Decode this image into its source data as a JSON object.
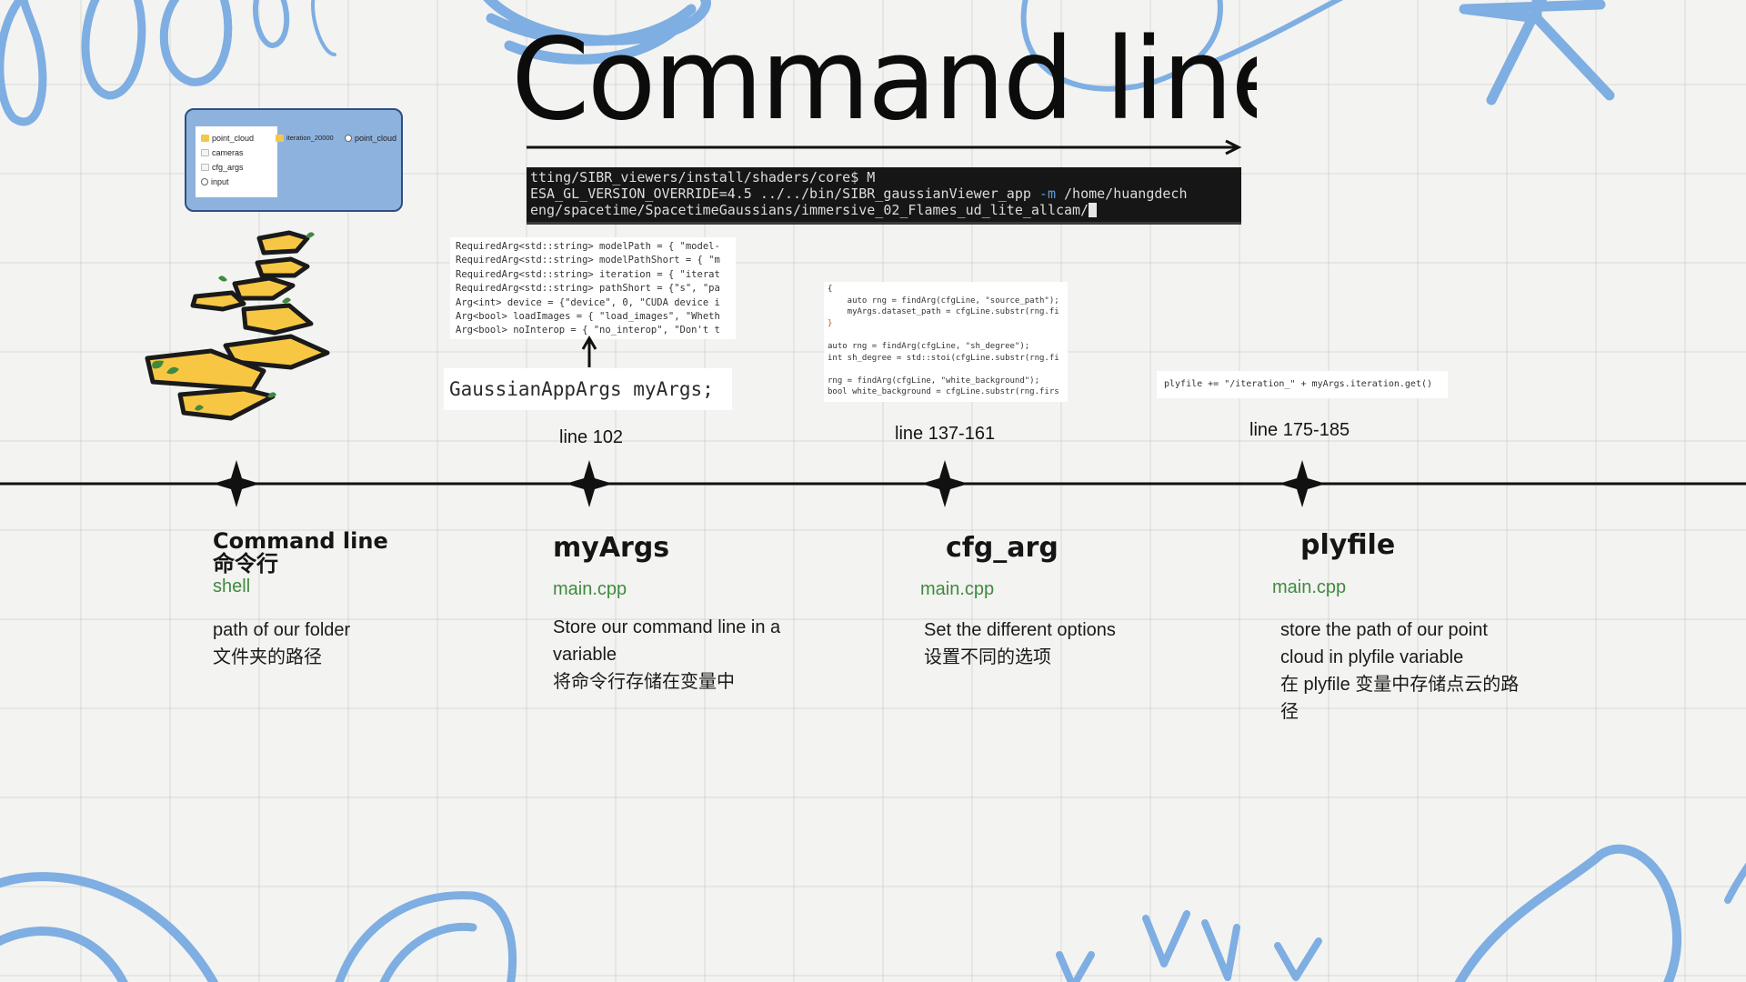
{
  "title": "Command line",
  "terminal": {
    "line1": "tting/SIBR_viewers/install/shaders/core$ M",
    "line2_pre": "ESA_GL_VERSION_OVERRIDE=4.5 ../../bin/SIBR_gaussianViewer_app ",
    "line2_flag": "-m",
    "line2_post": " /home/huangdech",
    "line3": "eng/spacetime/SpacetimeGaussians/immersive_02_Flames_ud_lite_allcam/"
  },
  "folder_window": {
    "items": [
      "point_cloud",
      "cameras",
      "cfg_args",
      "input"
    ],
    "sub_folder_1": "iteration_20000",
    "sub_folder_2": "point_cloud"
  },
  "code_args": {
    "lines": [
      "RequiredArg<std::string> modelPath = { \"model-",
      "RequiredArg<std::string> modelPathShort = { \"m",
      "RequiredArg<std::string> iteration = { \"iterat",
      "RequiredArg<std::string> pathShort = {\"s\", \"pa",
      "Arg<int> device = {\"device\", 0, \"CUDA device i",
      "Arg<bool> loadImages = { \"load_images\", \"Wheth",
      "Arg<bool> noInterop = { \"no_interop\", \"Don't t"
    ],
    "declaration": "GaussianAppArgs myArgs;"
  },
  "code_cfg": {
    "lines": [
      "{",
      "    auto rng = findArg(cfgLine, \"source_path\");",
      "    myArgs.dataset_path = cfgLine.substr(rng.fi",
      "}",
      "",
      "auto rng = findArg(cfgLine, \"sh_degree\");",
      "int sh_degree = std::stoi(cfgLine.substr(rng.fi",
      "",
      "rng = findArg(cfgLine, \"white_background\");",
      "bool white_background = cfgLine.substr(rng.firs"
    ]
  },
  "code_ply": {
    "line": "plyfile += \"/iteration_\" + myArgs.iteration.get()"
  },
  "line_labels": [
    "line 102",
    "line 137-161",
    "line 175-185"
  ],
  "milestones": [
    {
      "title": "Command line",
      "title_zh": "命令行",
      "sub": "shell",
      "desc": [
        "path of our folder",
        "文件夹的路径"
      ]
    },
    {
      "title": "myArgs",
      "sub": "main.cpp",
      "desc": [
        "Store our command line in a",
        "variable",
        "将命令行存储在变量中"
      ]
    },
    {
      "title": "cfg_arg",
      "sub": "main.cpp",
      "desc": [
        "Set the different options",
        "设置不同的选项"
      ]
    },
    {
      "title": "plyfile",
      "sub": "main.cpp",
      "desc": [
        "store the path of our point",
        "cloud in plyfile variable",
        "在 plyfile 变量中存储点云的路",
        "径"
      ]
    }
  ],
  "colors": {
    "doodle_blue": "#7eaee2",
    "stone_yellow": "#f7c744",
    "sub_green": "#3f8a3f",
    "timeline": "#111111"
  },
  "icons": [
    "star-milestone-icon",
    "folder-icon",
    "file-icon",
    "gear-icon",
    "up-arrow-icon",
    "right-arrow-icon"
  ]
}
